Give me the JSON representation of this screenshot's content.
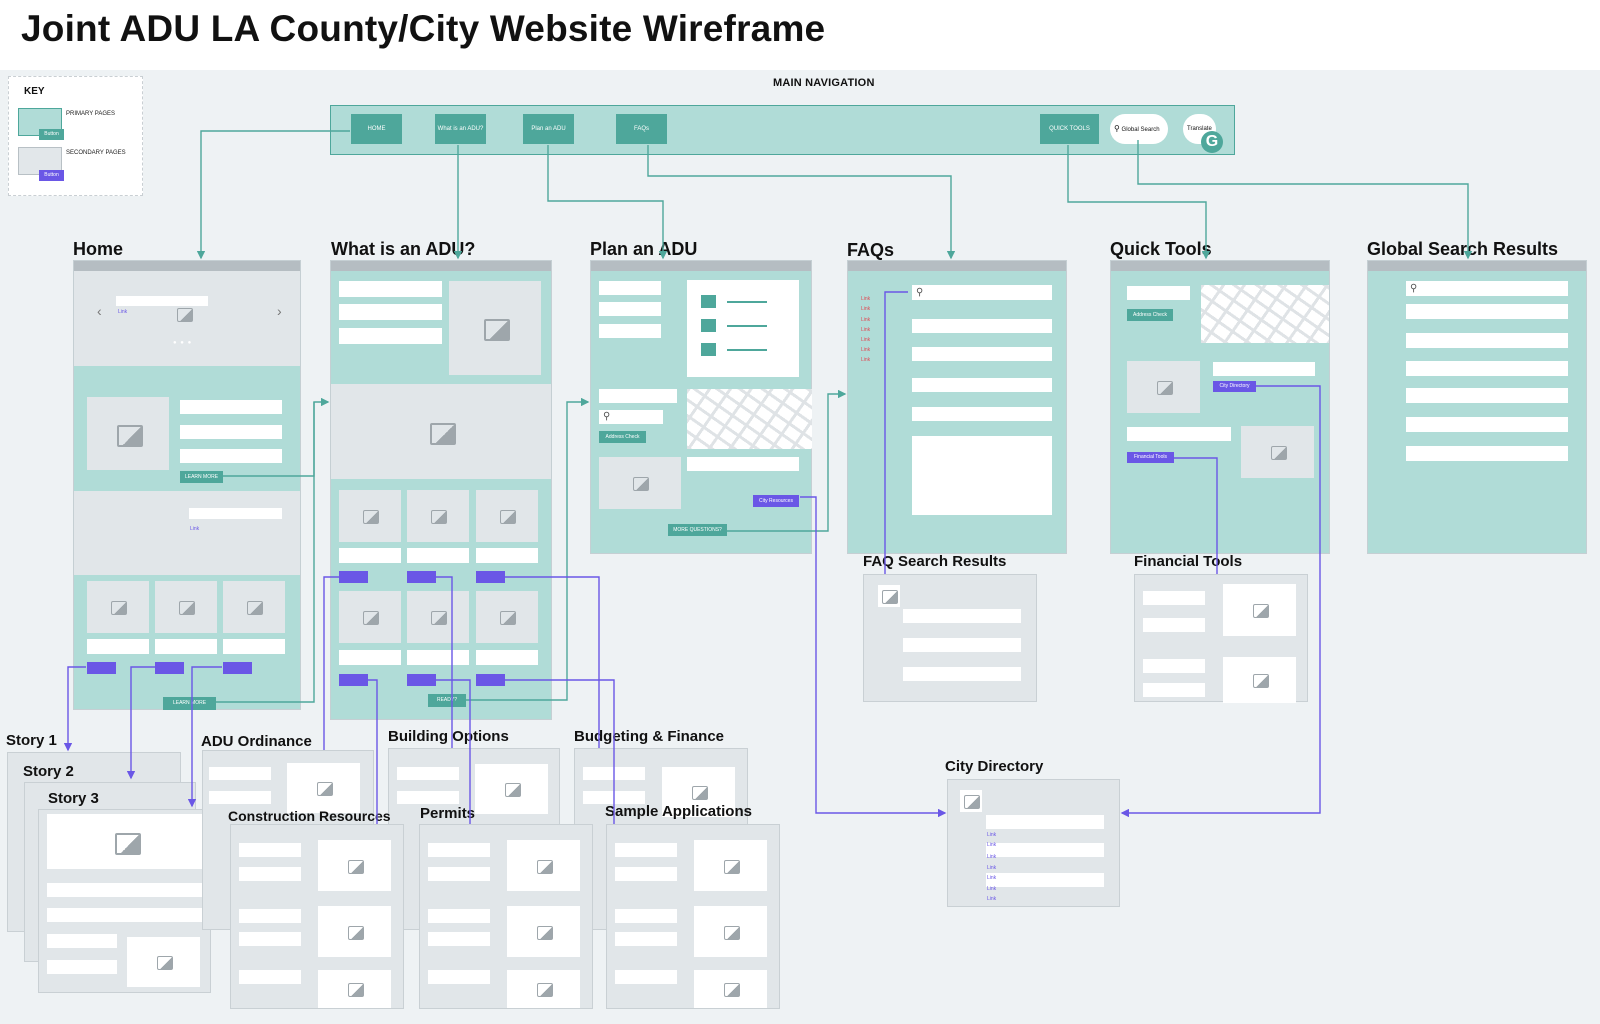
{
  "title": "Joint ADU LA County/City Website Wireframe",
  "key": {
    "heading": "KEY",
    "primary_label": "PRIMARY PAGES",
    "secondary_label": "SECONDARY PAGES",
    "button_label": "Button"
  },
  "nav": {
    "caption": "MAIN NAVIGATION",
    "home": "HOME",
    "what": "What is an ADU?",
    "plan": "Plan an ADU",
    "faqs": "FAQs",
    "quick": "QUICK TOOLS",
    "search": "Global Search",
    "translate": "Translate",
    "translate_logo": "G"
  },
  "pages": {
    "home": "Home",
    "what": "What is an ADU?",
    "plan": "Plan an ADU",
    "faqs": "FAQs",
    "quick": "Quick Tools",
    "global": "Global Search Results",
    "faq_results": "FAQ Search Results",
    "financial": "Financial Tools",
    "city_dir": "City Directory",
    "story1": "Story 1",
    "story2": "Story 2",
    "story3": "Story 3",
    "ordinance": "ADU Ordinance",
    "building": "Building Options",
    "budgeting": "Budgeting & Finance",
    "construction": "Construction Resources",
    "permits": "Permits",
    "samples": "Sample Applications"
  },
  "buttons": {
    "learn_more": "LEARN MORE",
    "ready": "READY?",
    "address_check": "Address Check",
    "city_resources": "City Resources",
    "more_questions": "MORE QUESTIONS?",
    "city_directory": "City Directory",
    "financial_tools": "Financial Tools"
  },
  "link_text": "Link",
  "colors": {
    "primary_fill": "#b0dcd7",
    "primary_button": "#4ea79b",
    "secondary_fill": "#e1e6e9",
    "secondary_button": "#6a57e6",
    "background": "#eef2f4"
  }
}
